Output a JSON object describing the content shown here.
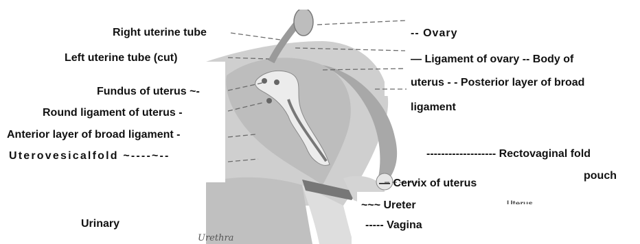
{
  "labels": {
    "right_uterine_tube": "Right uterine tube",
    "left_uterine_tube": "Left uterine tube (cut)",
    "fundus": "Fundus of uterus ~-",
    "round_ligament": "Round ligament of uterus -",
    "anterior_layer": "Anterior layer of broad ligament -",
    "uterovesical_fold": "Uterovesicalfold ~----~--",
    "urinary": "Urinary",
    "ovary": "-- Ovary",
    "ligament_of_ovary_line1": "— Ligament of ovary -- Body of",
    "ligament_of_ovary_line2": "uterus - - Posterior layer of broad",
    "ligament_of_ovary_line3": "ligament",
    "rectovaginal_fold": "------------------- Rectovaginal fold",
    "pouch": "pouch",
    "cervix": "— Cervix of uterus",
    "ureter": "~~~ Ureter",
    "vagina": "----- Vagina",
    "urethra_partial": "Urethra",
    "uterus_cut": "Uterus"
  },
  "colors": {
    "tissue": "#c8c8c8",
    "tissue_dark": "#9a9a9a",
    "speckle": "#e8e8e8",
    "lines": "#6a6a6a",
    "text": "#111111"
  }
}
